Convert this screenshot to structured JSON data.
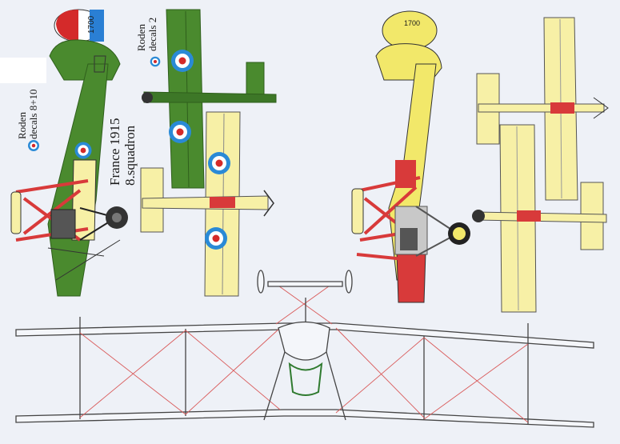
{
  "annotations": {
    "decal_left": {
      "line1": "Roden",
      "line2": "decals 8+10"
    },
    "decal_top": {
      "line1": "Roden",
      "line2": "decals 2"
    },
    "title": {
      "line1": "France 1915",
      "line2": "8.squadron"
    }
  },
  "serials": {
    "left_rudder": "1700",
    "right_rudder": "1700"
  },
  "colors": {
    "background": "#eef1f7",
    "olive": "#4a8a2e",
    "olive_dark": "#2f5f1c",
    "cream": "#f7f0a6",
    "yellow": "#f2e86a",
    "red": "#d83a3a",
    "roundel_blue": "#2a8ad6",
    "roundel_white": "#ffffff",
    "roundel_red": "#d42a2a",
    "line": "#444444",
    "rigging": "#d95a5a"
  }
}
